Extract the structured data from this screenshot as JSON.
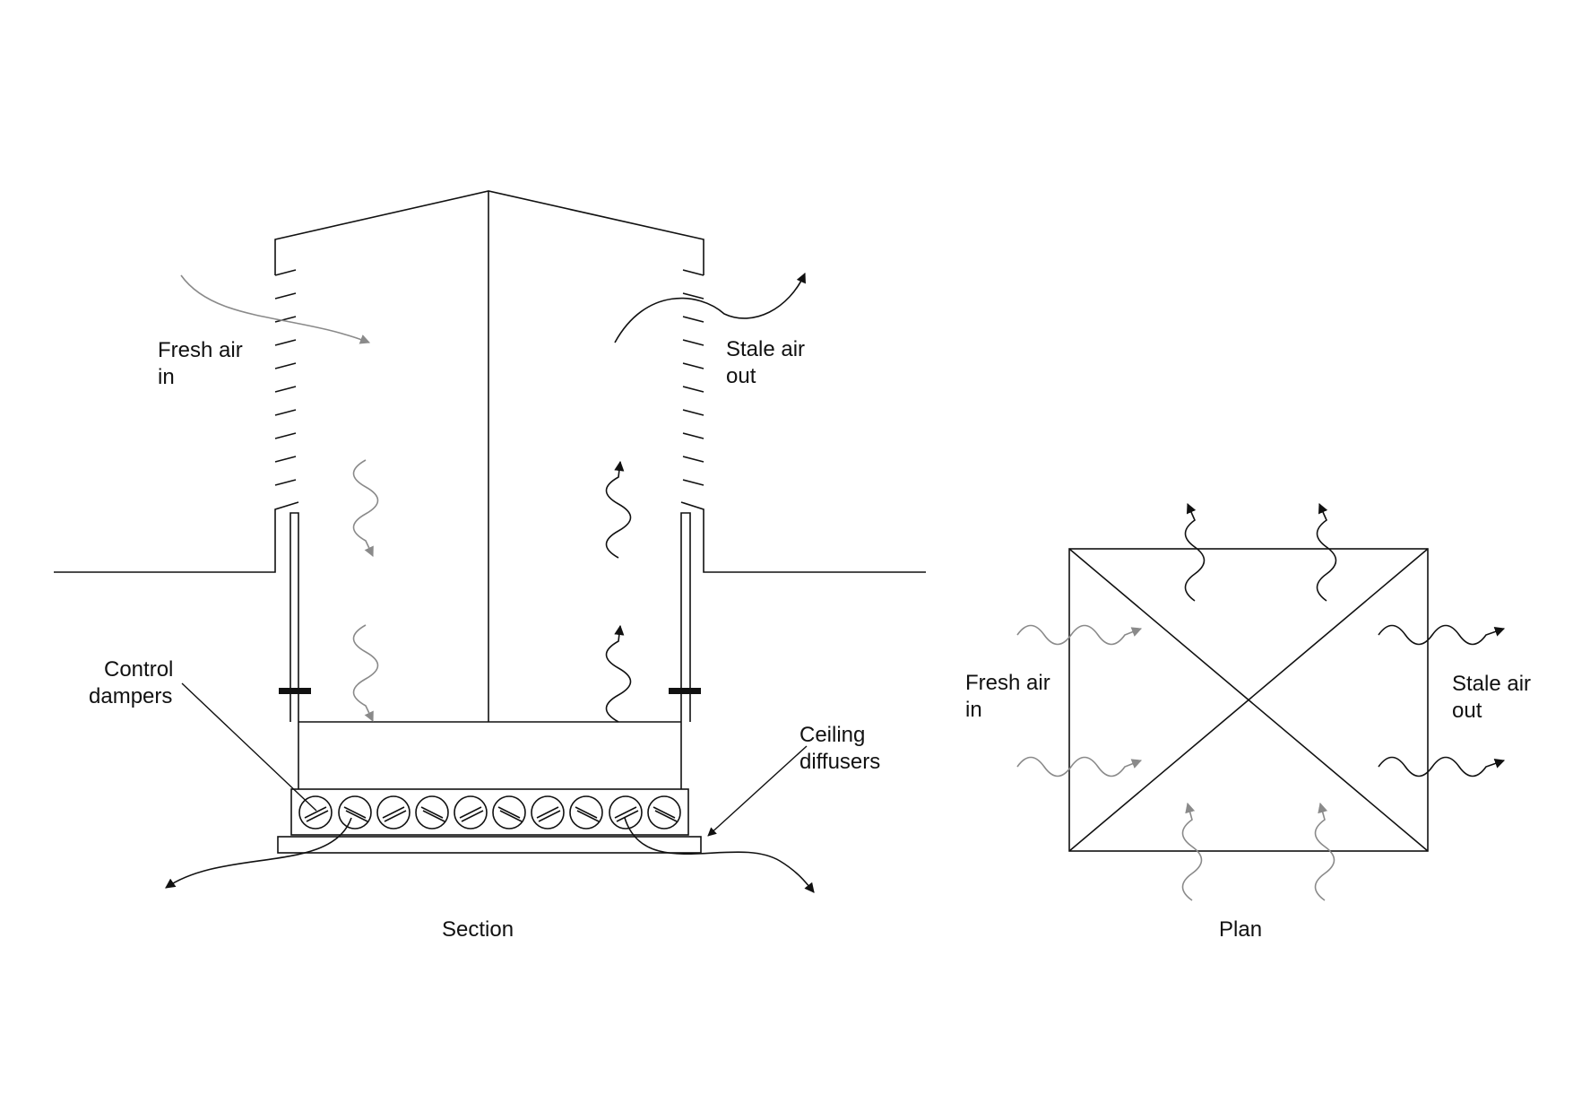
{
  "section": {
    "caption": "Section",
    "fresh_air": [
      "Fresh air",
      "in"
    ],
    "stale_air": [
      "Stale air",
      "out"
    ],
    "control_dampers": [
      "Control",
      "dampers"
    ],
    "ceiling_diffusers": [
      "Ceiling",
      "diffusers"
    ]
  },
  "plan": {
    "caption": "Plan",
    "fresh_air": [
      "Fresh air",
      "in"
    ],
    "stale_air": [
      "Stale air",
      "out"
    ]
  },
  "colors": {
    "line": "#111111",
    "fresh_flow": "#8a8a8a",
    "stale_flow": "#111111"
  }
}
